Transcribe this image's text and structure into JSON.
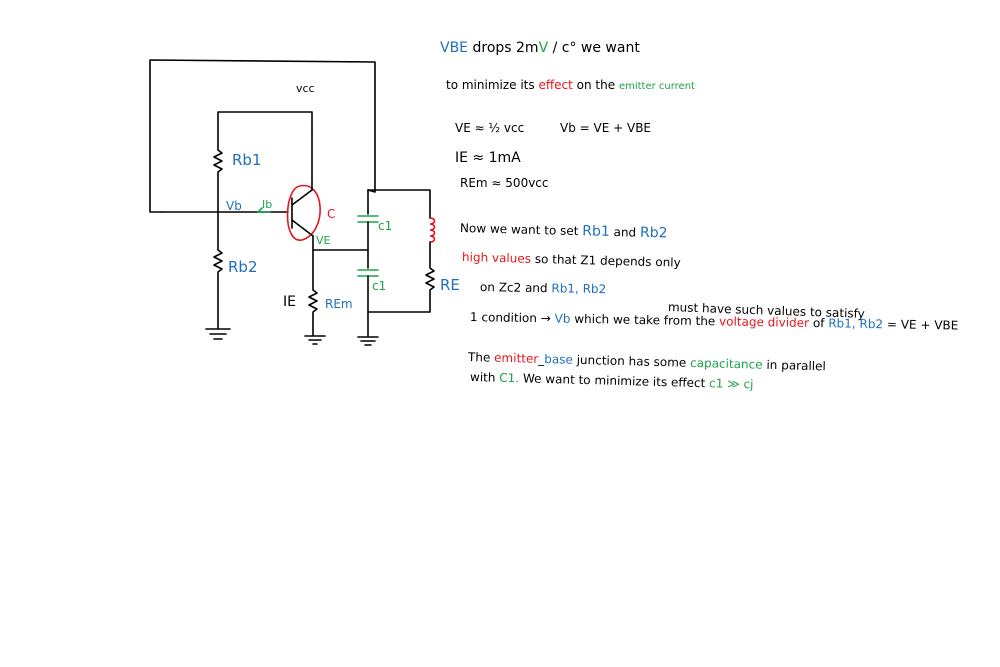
{
  "colors": {
    "ink": "#000000",
    "blue": "#1f6fbf",
    "red": "#e8141c",
    "green": "#1aa34a",
    "background": "#ffffff"
  },
  "circuit": {
    "vcc": "vcc",
    "rb1": "Rb1",
    "rb2": "Rb2",
    "vb": "Vb",
    "ib": "Ib",
    "collector": "C",
    "ve": "VE",
    "ie": "IE",
    "rem": "REm",
    "c1_top": "c1",
    "c1_bottom": "c1",
    "re": "RE"
  },
  "notes": {
    "line1_vbe": "VBE",
    "line1_a": "drops 2m",
    "line1_v": "V",
    "line1_b": "/ c° we want",
    "line2_a": "to minimize its",
    "line2_effect": "effect",
    "line2_b": "on the",
    "line2_emitter": "emitter current",
    "eq_ve": "VE ≈ ½ vcc",
    "eq_vb": "Vb = VE + VBE",
    "eq_ie": "IE ≈ 1mA",
    "eq_rem": "REm ≈ 500vcc",
    "set_a": "Now we want to set",
    "set_rb1": "Rb1",
    "set_and": "and",
    "set_rb2": "Rb2",
    "high_values": "high values",
    "high_b": "so that Z1 depends only",
    "on_a": "on Zc2 and",
    "on_rb": "Rb1, Rb2",
    "must_have": "must have such values to satisfy",
    "cond_a": "1 condition →",
    "cond_vb": "Vb",
    "cond_b": "which we take from the",
    "cond_divider": "voltage divider",
    "cond_of": "of",
    "cond_rb": "Rb1, Rb2",
    "cond_eq": "= VE + VBE",
    "junction_a": "The",
    "junction_emitter": "emitter",
    "junction_dash": "_",
    "junction_base": "base",
    "junction_b": "junction has some",
    "junction_cap": "capacitance",
    "junction_c": "in parallel",
    "with_a": "with",
    "with_c1": "C1.",
    "with_b": "We want to minimize its effect",
    "with_cmp": "c1 ≫ cj"
  }
}
